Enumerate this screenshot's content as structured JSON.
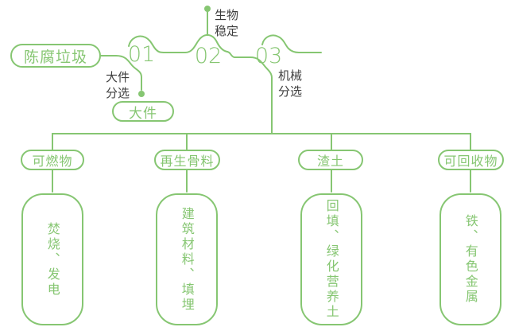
{
  "diagram": {
    "colors": {
      "line_green": "#86c672",
      "text_dark": "#3e3e3e"
    },
    "source_node": "陈腐垃圾",
    "steps": [
      {
        "number": "01",
        "label": "大件分选"
      },
      {
        "number": "02",
        "label": "生物稳定"
      },
      {
        "number": "03",
        "label": "机械分选"
      }
    ],
    "bulky_node": "大件",
    "branches": [
      {
        "category": "可燃物",
        "output": "焚烧、发电"
      },
      {
        "category": "再生骨料",
        "output": "建筑材料、填埋"
      },
      {
        "category": "渣土",
        "output": "回填、绿化营养土"
      },
      {
        "category": "可回收物",
        "output": "铁、有色金属"
      }
    ]
  }
}
